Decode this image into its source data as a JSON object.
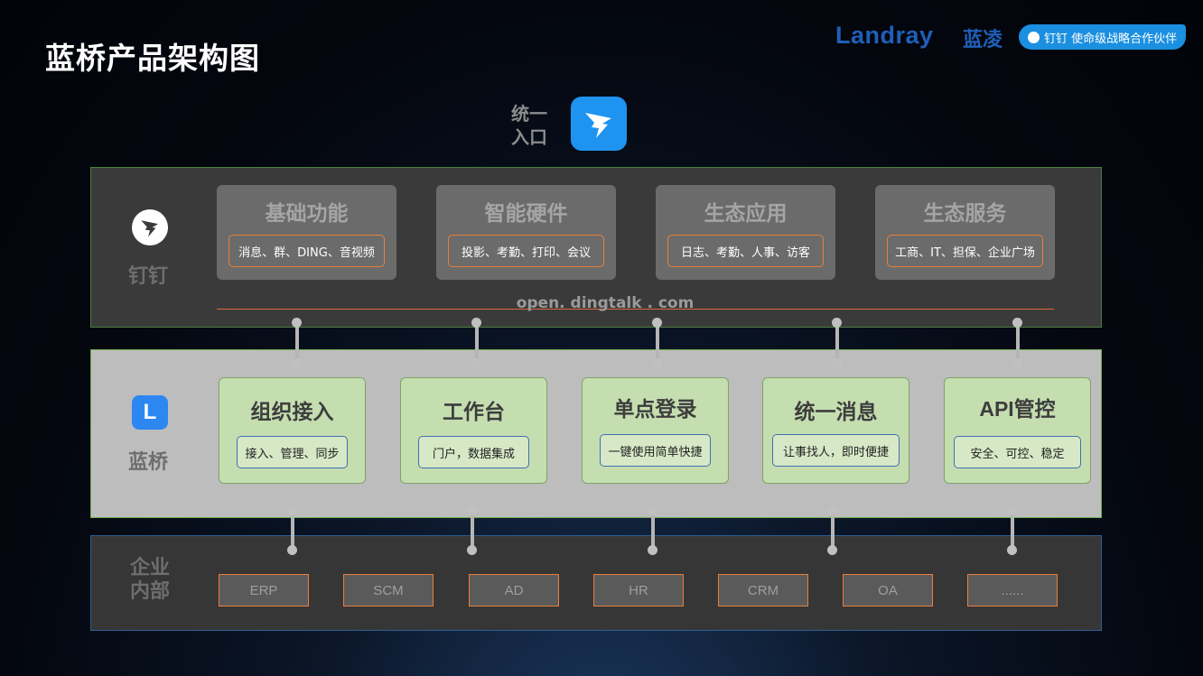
{
  "page": {
    "title": "蓝桥产品架构图"
  },
  "brand": {
    "logo_text": "Landray",
    "logo_cn": "蓝凌",
    "tag_text": "钉钉 使命级战略合作伙伴"
  },
  "entry": {
    "label_line1": "统一",
    "label_line2": "入口",
    "icon": "dingtalk-icon"
  },
  "layers": {
    "dingtalk": {
      "label": "钉钉",
      "icon": "dingtalk-icon",
      "boxes": [
        {
          "title": "基础功能",
          "sub": "消息、群、DING、音视频"
        },
        {
          "title": "智能硬件",
          "sub": "投影、考勤、打印、会议"
        },
        {
          "title": "生态应用",
          "sub": "日志、考勤、人事、访客"
        },
        {
          "title": "生态服务",
          "sub": "工商、IT、担保、企业广场"
        }
      ],
      "domain": "open. dingtalk . com"
    },
    "lanqiao": {
      "label": "蓝桥",
      "icon": "lanqiao-icon",
      "icon_letter": "L",
      "boxes": [
        {
          "title": "组织接入",
          "sub": "接入、管理、同步"
        },
        {
          "title": "工作台",
          "sub": "门户，数据集成"
        },
        {
          "title": "单点登录",
          "sub": "一键使用简单快捷"
        },
        {
          "title": "统一消息",
          "sub": "让事找人，即时便捷"
        },
        {
          "title": "API管控",
          "sub": "安全、可控、稳定"
        }
      ]
    },
    "enterprise": {
      "label_line1": "企业",
      "label_line2": "内部",
      "systems": [
        "ERP",
        "SCM",
        "AD",
        "HR",
        "CRM",
        "OA",
        "......"
      ]
    }
  },
  "colors": {
    "ding_box": "#6b6b6b",
    "lq_box": "#c5deb0",
    "accent_orange": "#e87f3c",
    "accent_blue": "#1f93f0"
  }
}
